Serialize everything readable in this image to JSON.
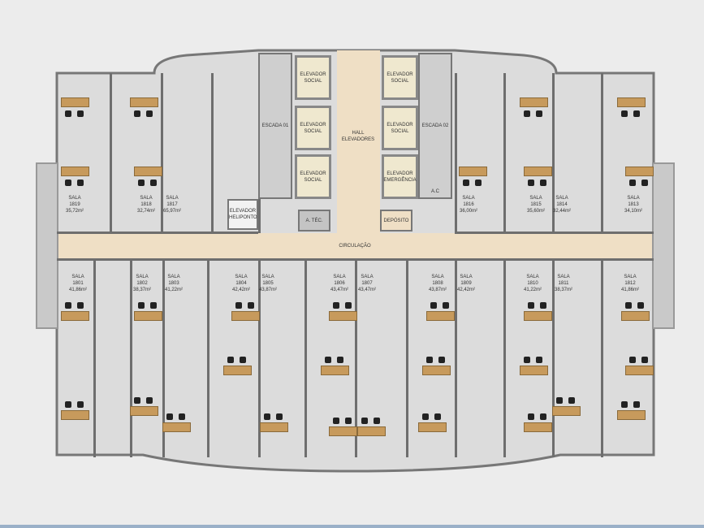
{
  "rooms_top": [
    {
      "label": "SALA",
      "number": "1819",
      "area": "35,72m²"
    },
    {
      "label": "SALA",
      "number": "1818",
      "area": "32,74m²"
    },
    {
      "label": "SALA",
      "number": "1817",
      "area": "65,97m²"
    },
    {
      "label": "SALA",
      "number": "1816",
      "area": "36,00m²"
    },
    {
      "label": "SALA",
      "number": "1815",
      "area": "35,60m²"
    },
    {
      "label": "SALA",
      "number": "1814",
      "area": "32,44m²"
    },
    {
      "label": "SALA",
      "number": "1813",
      "area": "34,10m²"
    }
  ],
  "rooms_bottom": [
    {
      "label": "SALA",
      "number": "1801",
      "area": "41,86m²"
    },
    {
      "label": "SALA",
      "number": "1802",
      "area": "38,37m²"
    },
    {
      "label": "SALA",
      "number": "1803",
      "area": "41,22m²"
    },
    {
      "label": "SALA",
      "number": "1804",
      "area": "42,42m²"
    },
    {
      "label": "SALA",
      "number": "1805",
      "area": "43,87m²"
    },
    {
      "label": "SALA",
      "number": "1806",
      "area": "43,47m²"
    },
    {
      "label": "SALA",
      "number": "1807",
      "area": "43,47m²"
    },
    {
      "label": "SALA",
      "number": "1808",
      "area": "43,87m²"
    },
    {
      "label": "SALA",
      "number": "1809",
      "area": "42,42m²"
    },
    {
      "label": "SALA",
      "number": "1810",
      "area": "41,22m²"
    },
    {
      "label": "SALA",
      "number": "1811",
      "area": "38,37m²"
    },
    {
      "label": "SALA",
      "number": "1812",
      "area": "41,86m²"
    }
  ],
  "core": {
    "stair_1": "ESCADA 01",
    "stair_2": "ESCADA 02",
    "elevators_left": [
      "ELEVADOR SOCIAL",
      "ELEVADOR SOCIAL",
      "ELEVADOR SOCIAL"
    ],
    "elevators_right": [
      "ELEVADOR SOCIAL",
      "ELEVADOR SOCIAL",
      "ELEVADOR EMERGÊNCIA"
    ],
    "hall": "HALL ELEVADORES",
    "ac": "A.C",
    "deposit": "DEPÓSITO",
    "tech": "A. TÉC.",
    "heli_elevator": "ELEVADOR HELIPONTO",
    "corridor": "CIRCULAÇÃO"
  }
}
